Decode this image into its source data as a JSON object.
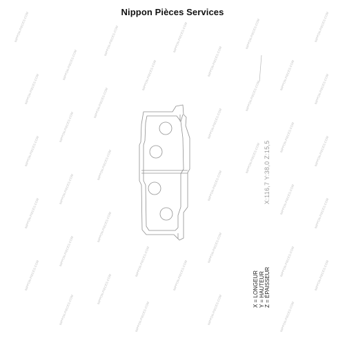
{
  "header": {
    "brand": "Nippon Pièces Services"
  },
  "watermark": {
    "text": "NIPPON-PIECES.COM"
  },
  "dimensions": "X:116,7  Y:38,0  Z:15,5",
  "legend": {
    "x": "X = LONGEUR",
    "y": "Y = HAUTEUR",
    "z": "Z = ÉPAISSEUR"
  }
}
